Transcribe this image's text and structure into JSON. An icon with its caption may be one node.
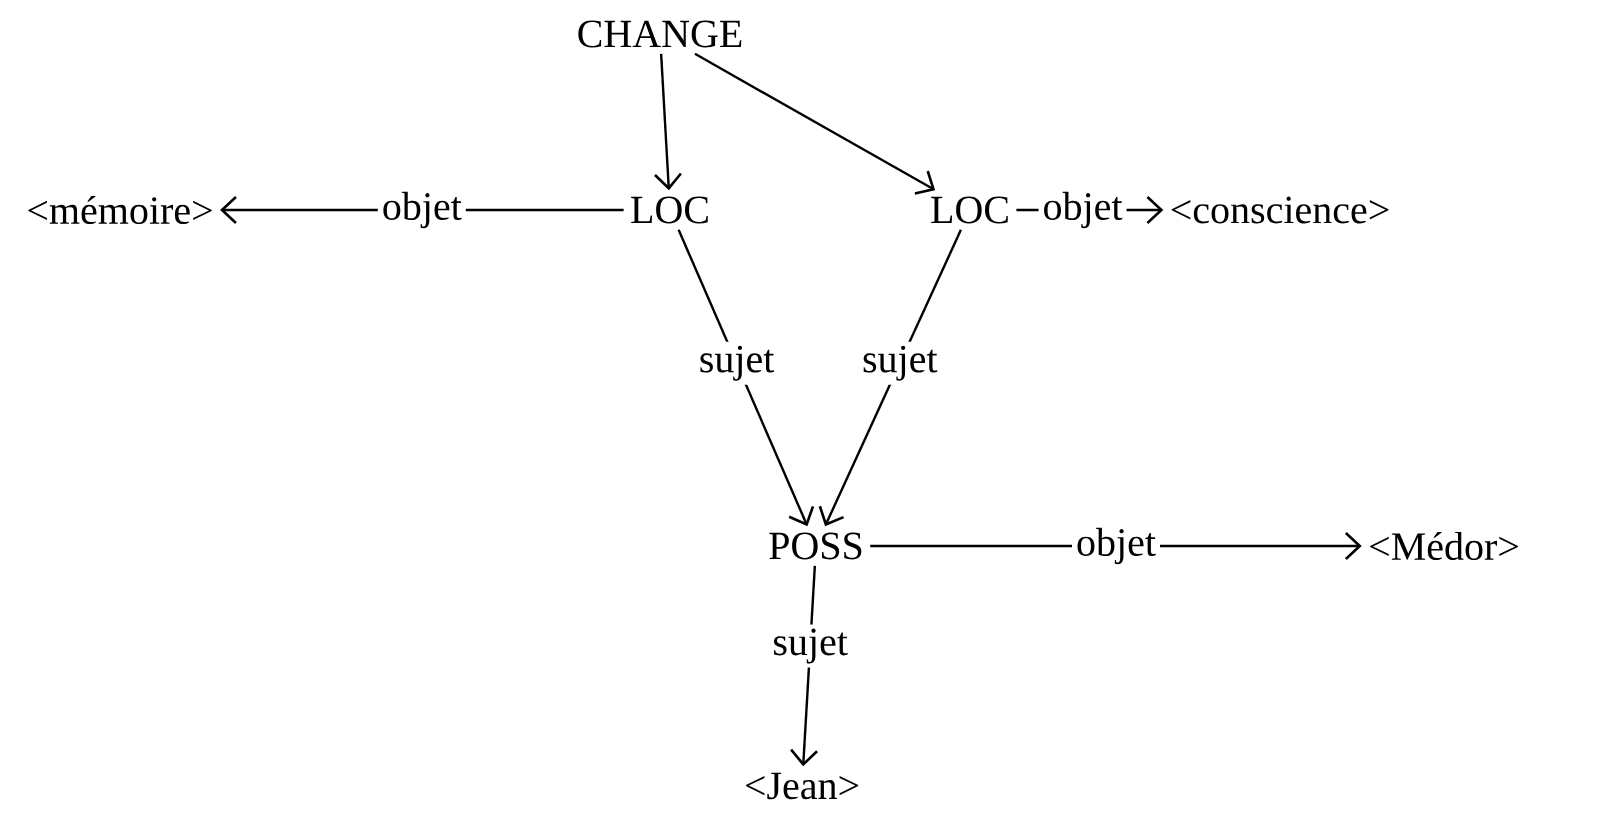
{
  "diagram": {
    "nodes": [
      {
        "text": [
          "CHANGE"
        ]
      },
      {
        "text": [
          "<mémoire>"
        ]
      },
      {
        "text": [
          "LOC"
        ]
      },
      {
        "text": [
          "LOC"
        ]
      },
      {
        "text": [
          "<conscience>"
        ]
      },
      {
        "text": [
          "POSS"
        ]
      },
      {
        "text": [
          "<Médor>"
        ]
      },
      {
        "text": [
          "<Jean>"
        ]
      }
    ],
    "edges": [
      {
        "from": 0,
        "to": 2,
        "arrow": "to"
      },
      {
        "from": 0,
        "to": 3,
        "arrow": "to"
      },
      {
        "from": 2,
        "to": 1,
        "arrow": "to",
        "label": "objet"
      },
      {
        "from": 3,
        "to": 4,
        "arrow": "to",
        "label": "objet"
      },
      {
        "from": 2,
        "to": 5,
        "arrow": "to",
        "label": "sujet"
      },
      {
        "from": 3,
        "to": 5,
        "arrow": "to",
        "label": "sujet"
      },
      {
        "from": 5,
        "to": 6,
        "arrow": "to",
        "label": "objet"
      },
      {
        "from": 5,
        "to": 7,
        "arrow": "to",
        "label": "sujet"
      }
    ]
  }
}
